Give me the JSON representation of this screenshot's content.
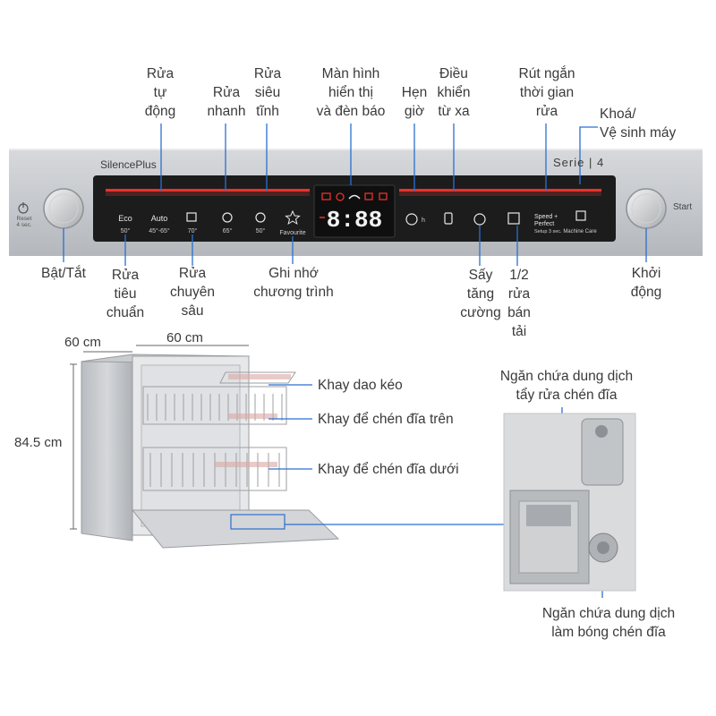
{
  "top_labels": {
    "auto_wash": "Rửa\ntự\nđộng",
    "quick_wash": "Rửa\nnhanh",
    "super_quiet": "Rửa\nsiêu\ntĩnh",
    "display": "Màn hình\nhiển thị\nvà đèn báo",
    "timer": "Hẹn\ngiờ",
    "remote": "Điều\nkhiển\ntừ xa",
    "shorten": "Rút ngắn\nthời gian\nrửa",
    "lock": "Khoá/\nVệ sinh máy"
  },
  "bottom_labels": {
    "power": "Bật/Tắt",
    "eco": "Rửa\ntiêu\nchuẩn",
    "intensive": "Rửa\nchuyên\nsâu",
    "favourite": "Ghi nhớ\nchương trình",
    "dry": "Sấy\ntăng\ncường",
    "half": "1/2\nrửa\nbán\ntải",
    "start": "Khởi\nđộng"
  },
  "panel": {
    "brand": "SilencePlus",
    "series": "Serie | 4",
    "reset_label": "Reset\n4 sec.",
    "start_label": "Start",
    "display_digits": "8:88",
    "programs": [
      {
        "name": "Eco",
        "temp": "50°"
      },
      {
        "name": "Auto",
        "temp": "45°-65°"
      },
      {
        "name": "",
        "temp": "70°"
      },
      {
        "name": "",
        "temp": "65°"
      },
      {
        "name": "",
        "temp": "50°"
      },
      {
        "name": "",
        "temp": "Favourite"
      }
    ],
    "options": [
      "h",
      "",
      "",
      "",
      "Speed + Perfect Setup 3 sec.",
      "Machine Care"
    ]
  },
  "dimensions": {
    "depth": "60 cm",
    "width": "60 cm",
    "height": "84.5 cm"
  },
  "rack_labels": {
    "cutlery": "Khay dao kéo",
    "upper": "Khay để chén đĩa trên",
    "lower": "Khay để chén đĩa dưới"
  },
  "dispenser_labels": {
    "detergent": "Ngăn chứa dung dịch\ntẩy rửa chén đĩa",
    "rinse": "Ngăn chứa dung dịch\nlàm bóng chén đĩa"
  },
  "colors": {
    "accent_line": "#2b6fd0",
    "panel_bg": "#1c1c1c",
    "red_led": "#e8322a"
  }
}
